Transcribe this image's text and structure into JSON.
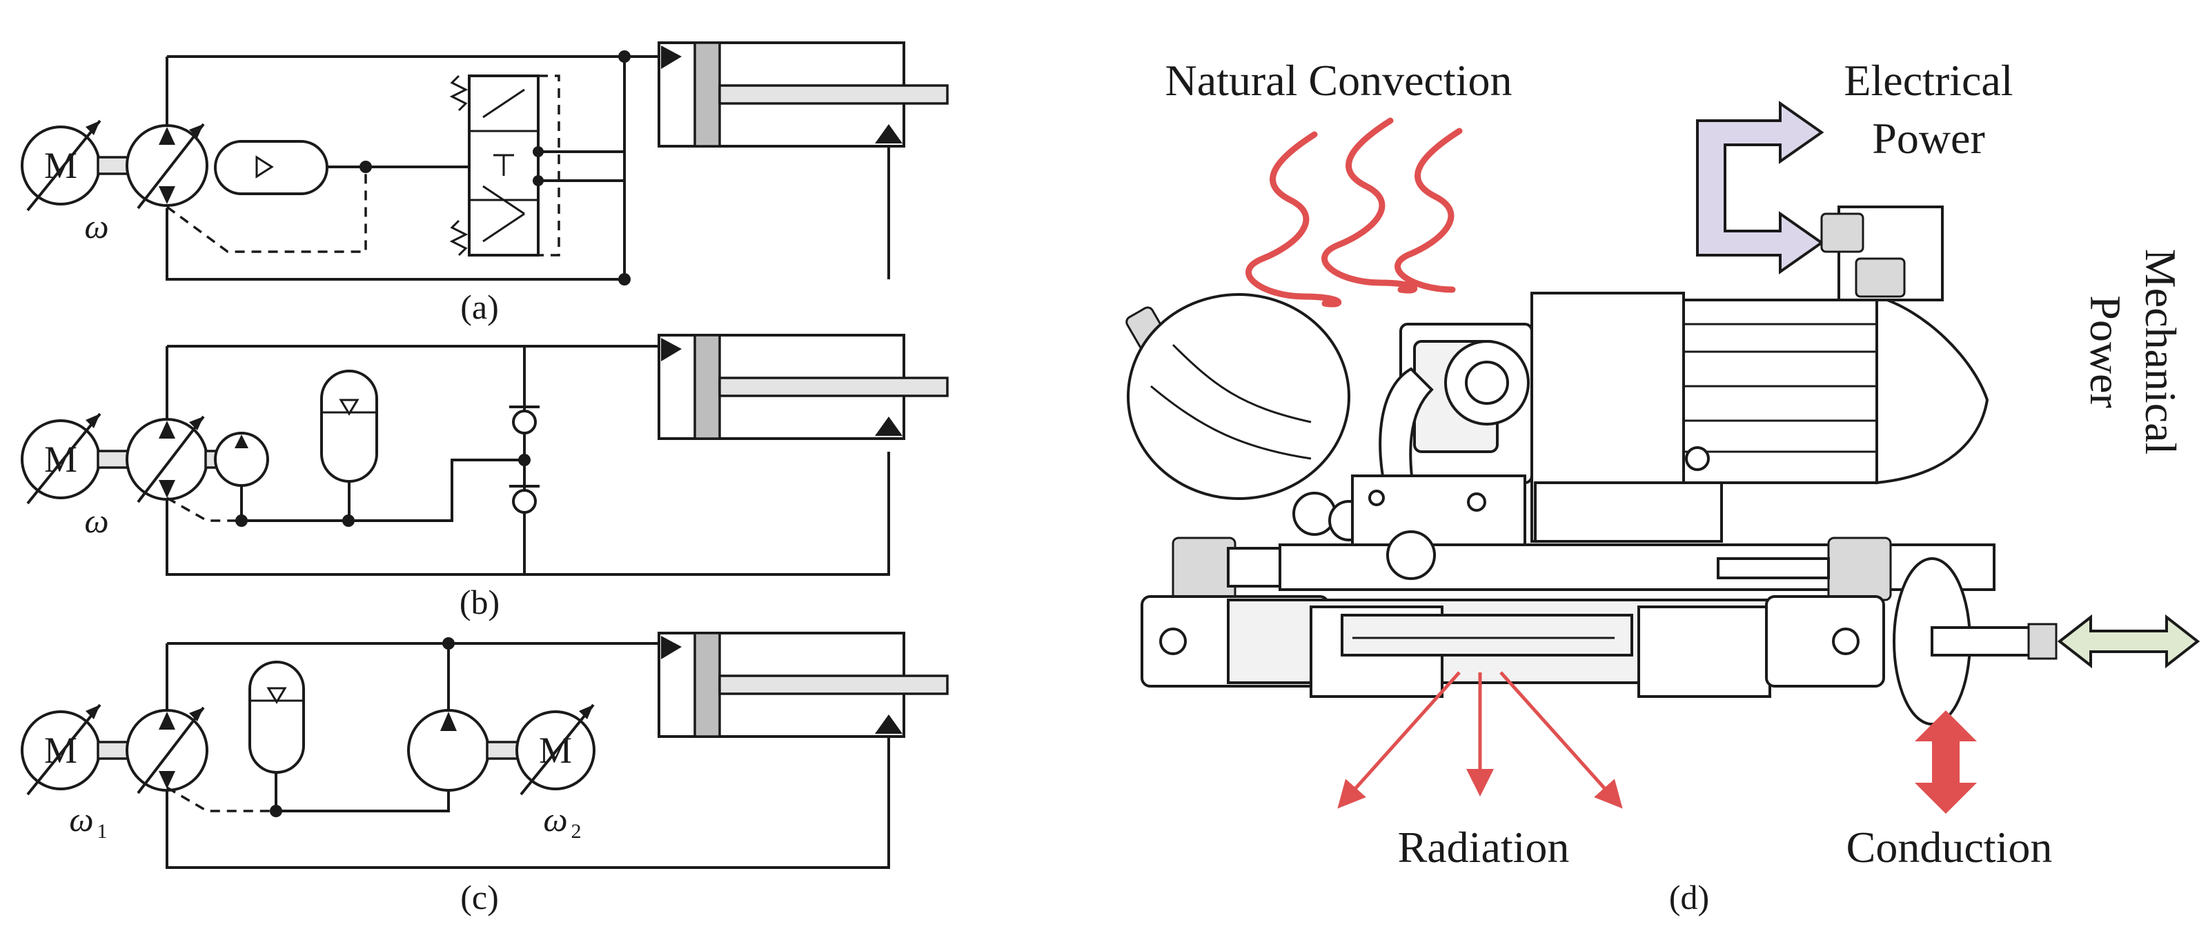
{
  "panels": {
    "a": {
      "caption": "(a)",
      "motor": "M",
      "speed": "ω"
    },
    "b": {
      "caption": "(b)",
      "motor": "M",
      "speed": "ω"
    },
    "c": {
      "caption": "(c)",
      "motor1": "M",
      "motor2": "M",
      "speed1": "ω",
      "speed1_sub": "1",
      "speed2": "ω",
      "speed2_sub": "2"
    },
    "d": {
      "caption": "(d)"
    }
  },
  "labels": {
    "natural_convection": "Natural Convection",
    "electrical_line1": "Electrical",
    "electrical_line2": "Power",
    "mechanical_line1": "Mechanical",
    "mechanical_line2": "Power",
    "radiation": "Radiation",
    "conduction": "Conduction"
  },
  "colors": {
    "heat": "#e05050",
    "electrical_arrow": "#dcd6ea",
    "mechanical_arrow": "#dfe9d0",
    "line": "#1a1a1a"
  },
  "icons": [
    "motor-icon",
    "pump-icon",
    "accumulator-icon",
    "valve-icon",
    "check-valve-icon",
    "cylinder-icon",
    "heat-wave-icon",
    "power-arrow-icon"
  ]
}
